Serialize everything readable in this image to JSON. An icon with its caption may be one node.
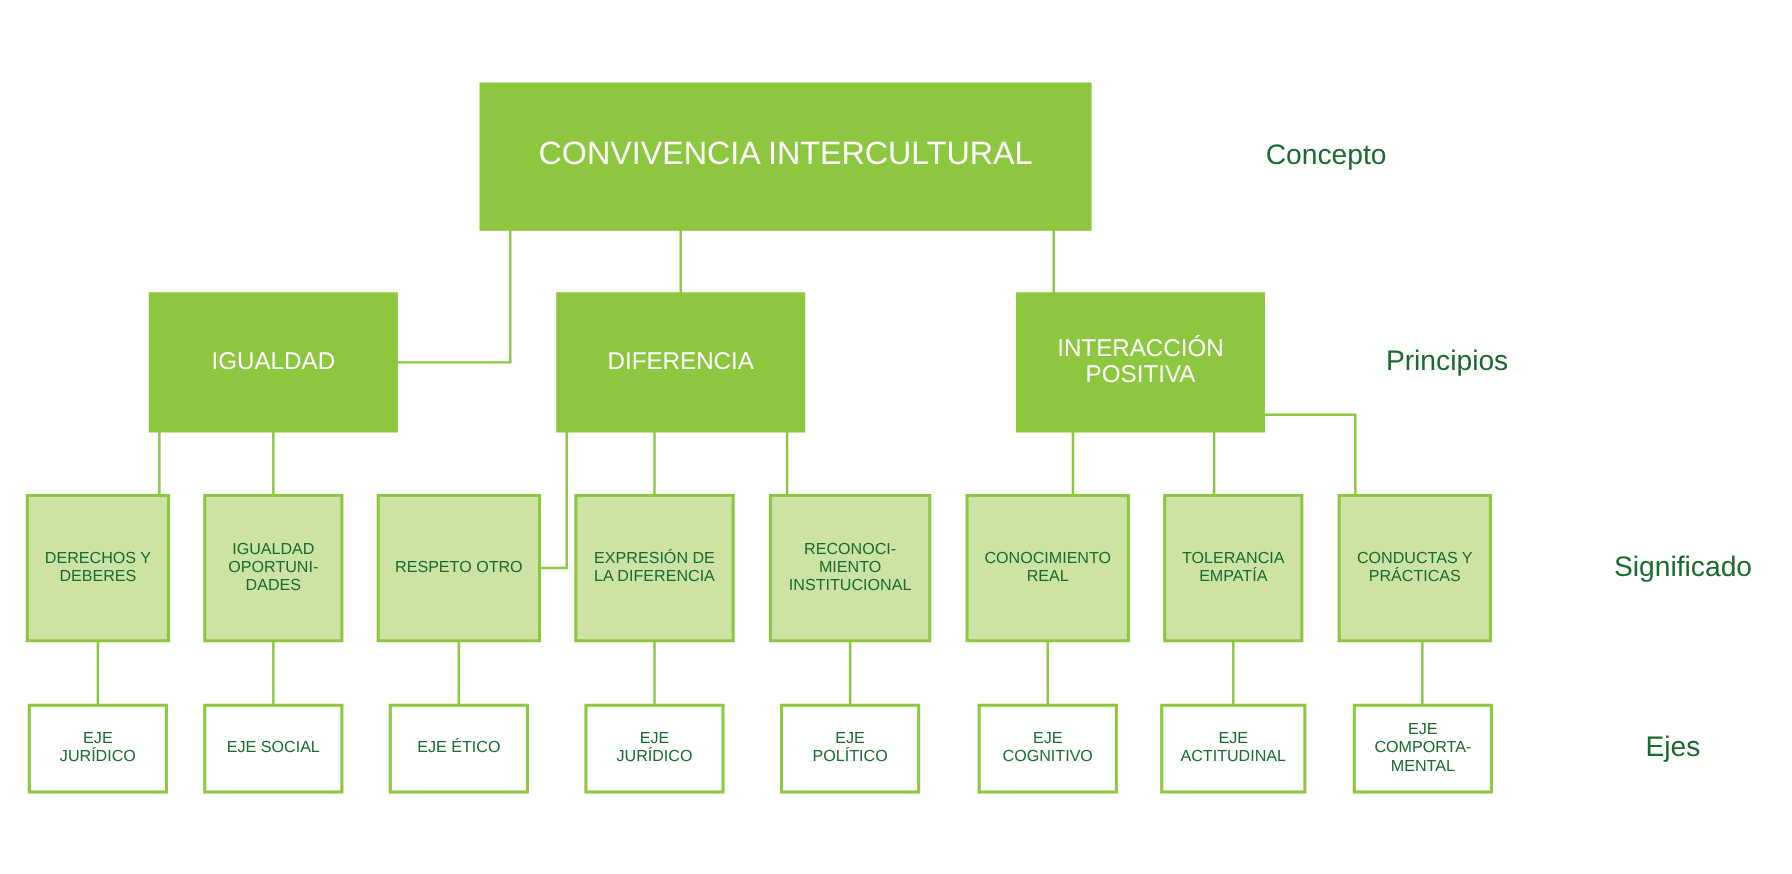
{
  "diagram": {
    "nodes": [
      {
        "text": [
          "CONVIVENCIA INTERCULTURAL"
        ]
      },
      {
        "text": [
          "IGUALDAD"
        ]
      },
      {
        "text": [
          "DIFERENCIA"
        ]
      },
      {
        "text": [
          "INTERACCIÓN POSITIVA"
        ]
      },
      {
        "text": [
          "DERECHOS Y DEBERES"
        ]
      },
      {
        "text": [
          "IGUALDAD OPORTUNI- DADES"
        ]
      },
      {
        "text": [
          "RESPETO OTRO"
        ]
      },
      {
        "text": [
          "EXPRESIÓN DE LA DIFERENCIA"
        ]
      },
      {
        "text": [
          "RECONOCI- MIENTO INSTITUCIONAL"
        ]
      },
      {
        "text": [
          "CONOCIMIENTO REAL"
        ]
      },
      {
        "text": [
          "TOLERANCIA EMPATÍA"
        ]
      },
      {
        "text": [
          "CONDUCTAS Y PRÁCTICAS"
        ]
      },
      {
        "text": [
          "EJE JURÍDICO"
        ]
      },
      {
        "text": [
          "EJE SOCIAL"
        ]
      },
      {
        "text": [
          "EJE ÉTICO"
        ]
      },
      {
        "text": [
          "EJE JURÍDICO"
        ]
      },
      {
        "text": [
          "EJE POLÍTICO"
        ]
      },
      {
        "text": [
          "EJE COGNITIVO"
        ]
      },
      {
        "text": [
          "EJE ACTITUDINAL"
        ]
      },
      {
        "text": [
          "EJE COMPORTA- MENTAL"
        ]
      }
    ],
    "edges": [
      {
        "from": 0,
        "to": 1,
        "arrow": "none"
      },
      {
        "from": 0,
        "to": 2,
        "arrow": "none"
      },
      {
        "from": 0,
        "to": 3,
        "arrow": "none"
      },
      {
        "from": 1,
        "to": 4,
        "arrow": "none"
      },
      {
        "from": 1,
        "to": 5,
        "arrow": "none"
      },
      {
        "from": 2,
        "to": 6,
        "arrow": "none"
      },
      {
        "from": 2,
        "to": 7,
        "arrow": "none"
      },
      {
        "from": 2,
        "to": 8,
        "arrow": "none"
      },
      {
        "from": 3,
        "to": 9,
        "arrow": "none"
      },
      {
        "from": 3,
        "to": 10,
        "arrow": "none"
      },
      {
        "from": 3,
        "to": 11,
        "arrow": "none"
      },
      {
        "from": 4,
        "to": 12,
        "arrow": "none"
      },
      {
        "from": 5,
        "to": 13,
        "arrow": "none"
      },
      {
        "from": 6,
        "to": 14,
        "arrow": "none"
      },
      {
        "from": 7,
        "to": 15,
        "arrow": "none"
      },
      {
        "from": 8,
        "to": 16,
        "arrow": "none"
      },
      {
        "from": 9,
        "to": 17,
        "arrow": "none"
      },
      {
        "from": 10,
        "to": 18,
        "arrow": "none"
      },
      {
        "from": 11,
        "to": 19,
        "arrow": "none"
      }
    ],
    "labels": [
      "Concepto",
      "Principios",
      "Significado",
      "Ejes"
    ]
  }
}
